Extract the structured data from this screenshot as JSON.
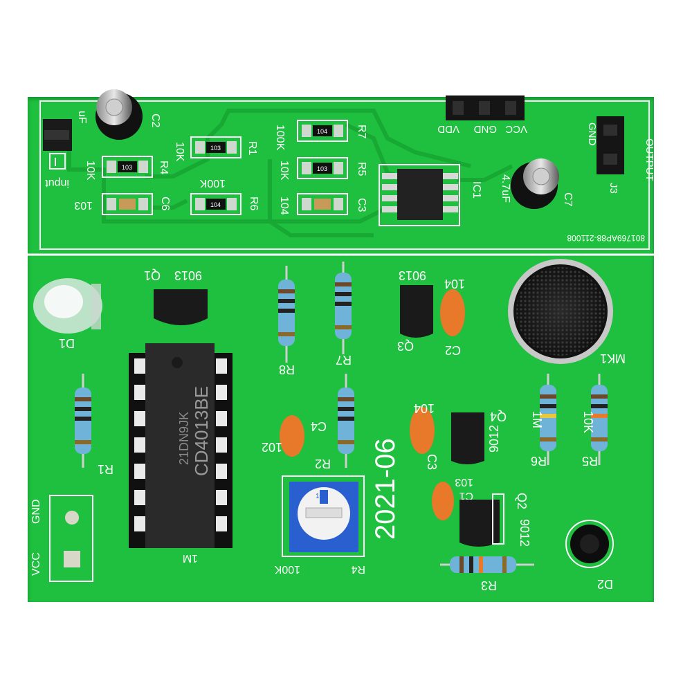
{
  "board": {
    "top_section": {
      "input_label": "input",
      "c2_value": "uF",
      "c2_label": "C2",
      "r1_value": "10K",
      "r1_label": "R1",
      "r1_code": "103",
      "r4_value": "10K",
      "r4_label": "R4",
      "r4_code": "103",
      "r6_value": "100K",
      "r6_label": "R6",
      "r6_code": "104",
      "c6_value": "103",
      "c6_label": "C6",
      "r7_value": "100K",
      "r7_label": "R7",
      "r7_code": "104",
      "r5_value": "10K",
      "r5_label": "R5",
      "r5_code": "103",
      "c3_value": "104",
      "c3_label": "C3",
      "ic1_label": "IC1",
      "c7_value": "4.7uF",
      "c7_label": "C7",
      "header_labels": [
        "VDD",
        "GND",
        "VCC"
      ],
      "gnd_label": "GND",
      "output_label": "OUTPUT",
      "j3_label": "J3",
      "pcb_code": "801769AP88-211008"
    },
    "bottom_section": {
      "q1_label": "Q1",
      "q1_value": "9013",
      "d1_label": "D1",
      "r8_label": "R8",
      "r7_label": "R7",
      "q3_label": "Q3",
      "q3_value": "9013",
      "c2_label": "C2",
      "c2_value": "104",
      "mk1_label": "MK1",
      "ic_marking_1": "21DN9JK",
      "ic_marking_2": "CD4013BE",
      "ic_label": "1M",
      "r1_label": "R1",
      "c4_label": "C4",
      "c4_value": "102",
      "r2_label": "R2",
      "date": "2021-06",
      "c3_label": "C3",
      "c3_value": "104",
      "q4_label": "Q4",
      "q4_value": "9012",
      "r6_label": "R6",
      "r6_value": "1M",
      "r5_label": "R5",
      "r5_value": "10K",
      "pot_code": "104",
      "r4_label": "R4",
      "r4_value": "100K",
      "c1_label": "C1",
      "c1_value": "103",
      "q2_label": "Q2",
      "q2_value": "9012",
      "r3_label": "R3",
      "d2_label": "D2",
      "gnd_label": "GND",
      "vcc_label": "VCC"
    }
  },
  "colors": {
    "pcb_green": "#1fbf3f",
    "silkscreen": "#ffffff",
    "ic_black": "#1a1a1a",
    "capacitor_orange": "#e8782a",
    "resistor_blue": "#6fb4d8",
    "pot_blue": "#2a5fd0"
  }
}
